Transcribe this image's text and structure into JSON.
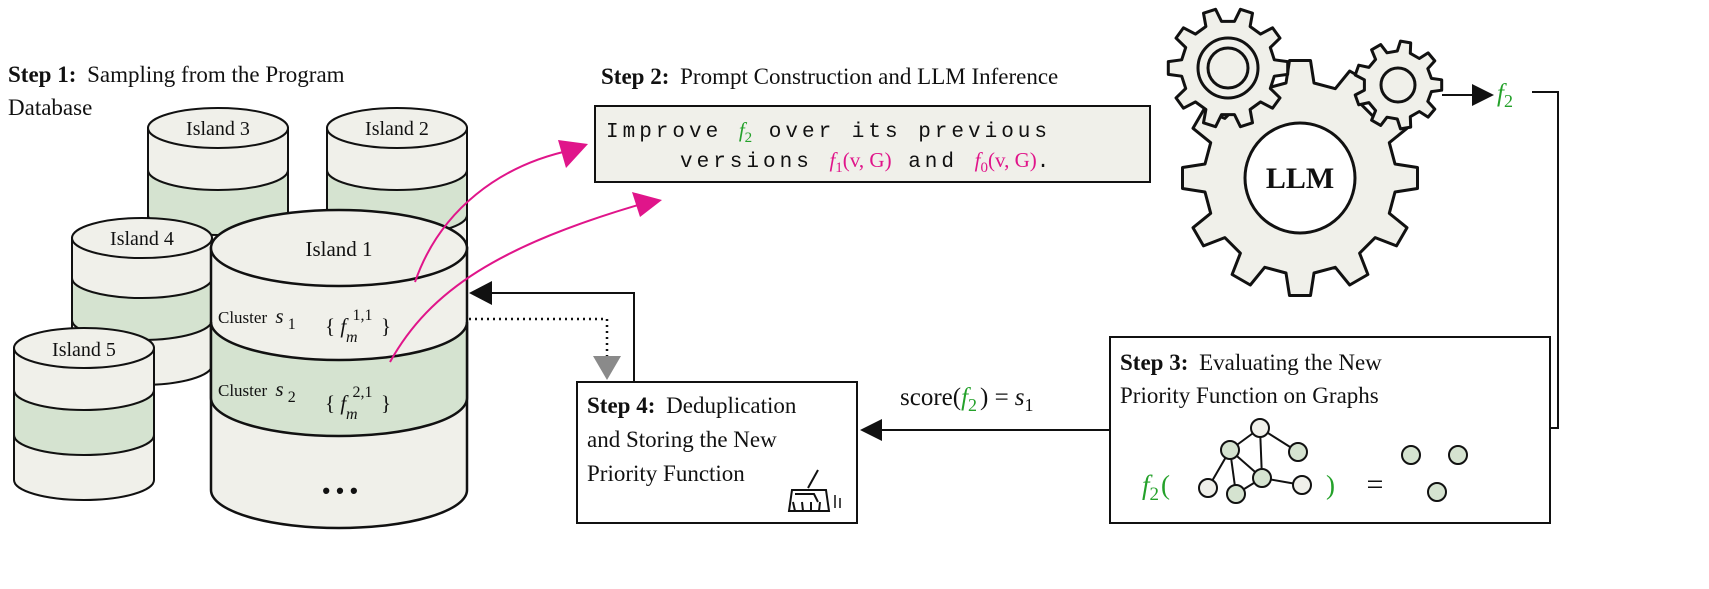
{
  "colors": {
    "fill_light": "#f0f0ea",
    "fill_green": "#d5e3d0",
    "stroke": "#111111",
    "accent_pink": "#e0158a",
    "accent_green": "#24a12a",
    "gray_arrow": "#8a8a8a"
  },
  "step1": {
    "bold": "Step 1:",
    "text_line1": "Sampling from the Program",
    "text_line2": "Database"
  },
  "islands": {
    "island3": "Island 3",
    "island2": "Island 2",
    "island4": "Island 4",
    "island5": "Island 5",
    "island1": "Island 1"
  },
  "clusters": {
    "c1_label": "Cluster",
    "c1_var": "s",
    "c1_sub": "1",
    "c1_set_open": "{",
    "c1_f": "f",
    "c1_sup": "1,1",
    "c1_sub_m": "m",
    "c1_set_close": "}",
    "c2_label": "Cluster",
    "c2_var": "s",
    "c2_sub": "2",
    "c2_set_open": "{",
    "c2_f": "f",
    "c2_sup": "2,1",
    "c2_sub_m": "m",
    "c2_set_close": "}",
    "more": "• • •"
  },
  "step2": {
    "bold": "Step 2:",
    "text": "Prompt Construction and LLM Inference",
    "prompt_line1_a": "Improve",
    "prompt_f2": "f",
    "prompt_f2_sub": "2",
    "prompt_line1_b": "over its previous",
    "prompt_line2_a": "versions",
    "prompt_f1": "f",
    "prompt_f1_sub": "1",
    "prompt_f1_args": "(v, G)",
    "prompt_and": "and",
    "prompt_f0": "f",
    "prompt_f0_sub": "0",
    "prompt_f0_args": "(v, G)",
    "prompt_end": "."
  },
  "llm": {
    "label": "LLM",
    "output_f": "f",
    "output_sub": "2"
  },
  "step3": {
    "bold": "Step 3:",
    "text_line1": "Evaluating the New",
    "text_line2": "Priority Function on Graphs",
    "formula_f": "f",
    "formula_sub": "2",
    "formula_open": "(",
    "formula_close": ")",
    "equals": "="
  },
  "score": {
    "prefix": "score(",
    "f": "f",
    "sub": "2",
    "suffix": ") =",
    "s": "s",
    "s_sub": "1"
  },
  "step4": {
    "bold": "Step 4:",
    "text_line1": "Deduplication",
    "text_line2": "and Storing the New",
    "text_line3": "Priority Function",
    "icon": "broom-icon"
  }
}
